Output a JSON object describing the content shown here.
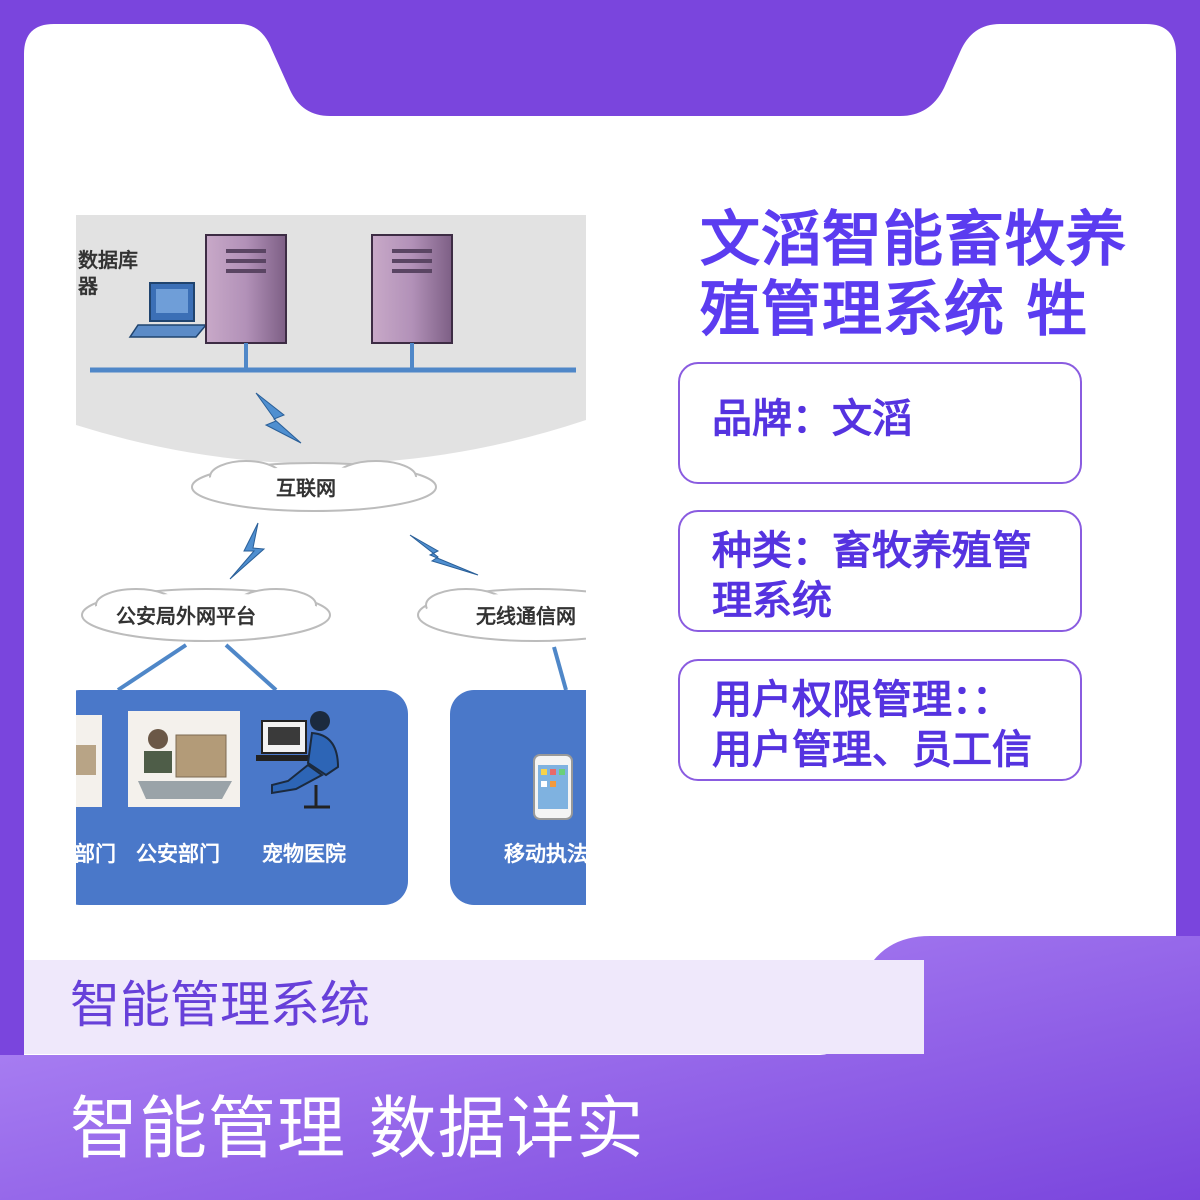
{
  "title": {
    "line1": "文滔智能畜牧养",
    "line2": "殖管理系统 牲"
  },
  "info": {
    "brand": "品牌：文滔",
    "category_line1": "种类：畜牧养殖管",
    "category_line2": "理系统",
    "perm_line1": "用户权限管理：：",
    "perm_line2": "用户管理、员工信"
  },
  "diagram": {
    "db_label_line1": "数据库",
    "db_label_line2": "器",
    "internet": "互联网",
    "police_net": "公安局外网平台",
    "wireless_net": "无线通信网",
    "dept_partial": "部门",
    "police_dept": "公安部门",
    "pet_hospital": "宠物医院",
    "mobile": "移动执法"
  },
  "band_text": "智能管理系统",
  "footer_text": "智能管理 数据详实",
  "colors": {
    "frame": "#7a45dd",
    "accent": "#5b3cf0",
    "panel_blue": "#4a78c9",
    "band": "#efe8fb"
  }
}
